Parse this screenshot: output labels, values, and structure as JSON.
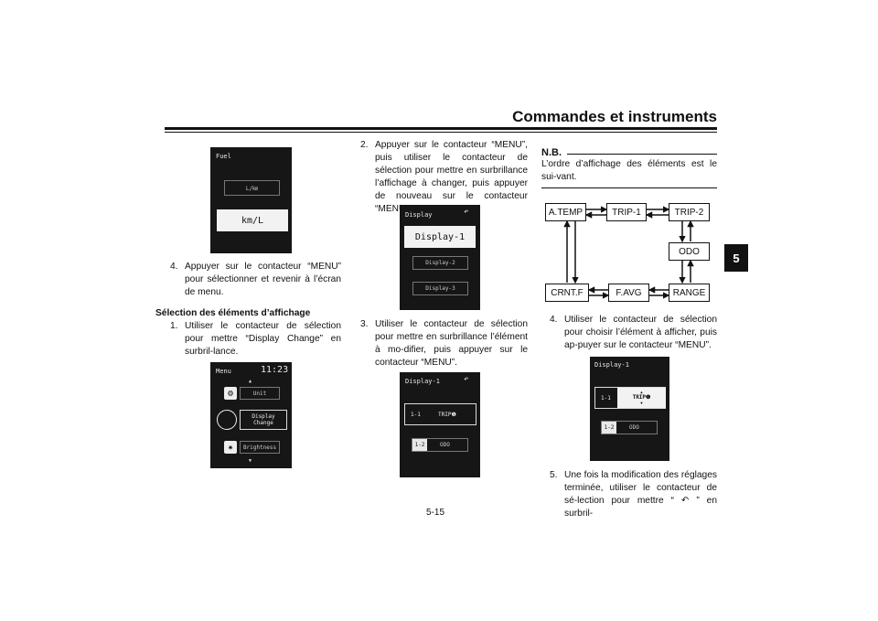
{
  "header": {
    "title": "Commandes et instruments",
    "chapter": "5",
    "page_number": "5-15"
  },
  "fuel_screen": {
    "title": "Fuel",
    "option_1": "L/㎞",
    "option_2": "km/L"
  },
  "step4": {
    "number": "4.",
    "text": "Appuyer sur le contacteur “MENU” pour sélectionner et revenir à l’écran de menu."
  },
  "section_heading": "Sélection des éléments d’affichage",
  "step1": {
    "number": "1.",
    "text": "Utiliser le contacteur de sélection pour mettre “Display Change” en surbril-lance."
  },
  "menu_screen": {
    "title": "Menu",
    "clock": "11:23",
    "up_arrow": "▲",
    "down_arrow": "▼",
    "item_unit": "Unit",
    "item_display_1": "Display",
    "item_display_2": "Change",
    "item_brightness": "Brightness"
  },
  "step2": {
    "number": "2.",
    "text": "Appuyer sur le contacteur “MENU”, puis utiliser le contacteur de sélection pour mettre en surbrillance l’affichage à changer, puis appuyer de nouveau sur le contacteur “MENU”."
  },
  "display_screen": {
    "title": "Display",
    "item_1": "Display-1",
    "item_2": "Display-2",
    "item_3": "Display-3"
  },
  "step3": {
    "number": "3.",
    "text": "Utiliser le contacteur de sélection pour mettre en surbrillance l’élément à mo-difier, puis appuyer sur le contacteur “MENU”."
  },
  "display1_screen": {
    "title": "Display-1",
    "slot_1": "1-1",
    "slot_1_value": "TRIP❶",
    "slot_2": "1-2",
    "slot_2_value": "ODO"
  },
  "nb": {
    "title": "N.B.",
    "text": "L’ordre d’affichage des éléments est le sui-vant."
  },
  "diagram": {
    "nodes": [
      "A.TEMP",
      "TRIP-1",
      "TRIP-2",
      "ODO",
      "RANGE",
      "F.AVG",
      "CRNT.F"
    ]
  },
  "step4b": {
    "number": "4.",
    "text": "Utiliser le contacteur de sélection pour choisir l’élément à afficher, puis ap-puyer sur le contacteur “MENU”."
  },
  "display1b_screen": {
    "title": "Display-1",
    "slot_1": "1-1",
    "slot_1_value": "TRIP❶",
    "up_arrow": "▲",
    "down_arrow": "▼",
    "slot_2": "1-2",
    "slot_2_value": "ODO"
  },
  "step5": {
    "number": "5.",
    "text": "Une fois la modification des réglages terminée, utiliser le contacteur de sé-lection pour mettre “ ↶ ” en surbril-"
  }
}
